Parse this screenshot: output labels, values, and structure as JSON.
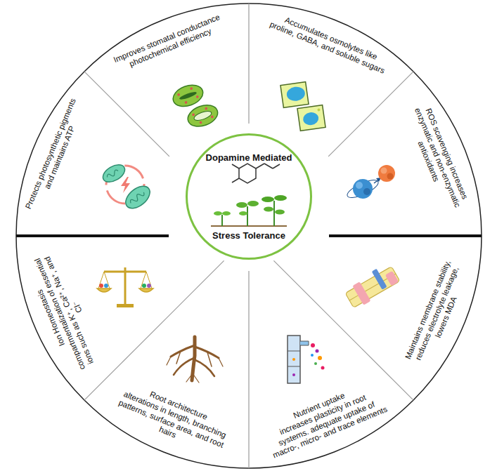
{
  "diagram": {
    "nodes": [
      {
        "text": [
          "Protects photosynthetic pigments and maintains ATP"
        ]
      },
      {
        "text": [
          "Improves stomatal conductance photochemical efficiency"
        ]
      },
      {
        "text": [
          "Accumulates osmolytes like proline, GABA, and soluble sugars"
        ]
      },
      {
        "text": [
          "ROS scavenging increases enzymatic and non-enzymatic antioxidants"
        ]
      },
      {
        "text": [
          "Dopamine Mediated",
          "Stress Tolerance"
        ]
      },
      {
        "text": [
          "Ion Homeostasis",
          "compartmentalization of essential ions such as K⁺, Ca²⁺, Na⁺, and Cl⁻"
        ]
      },
      {
        "text": [
          "Root architecture",
          "alterations in length, branching patterns, surface area, and root hairs"
        ]
      },
      {
        "text": [
          "Nutrient uptake",
          "increases plasticity in root systems. adequate uptake of macro-, micro- and trace elements"
        ]
      },
      {
        "text": [
          "Maintains membrane stability, reduces electrolyte leakage, lowers MDA"
        ]
      }
    ]
  }
}
